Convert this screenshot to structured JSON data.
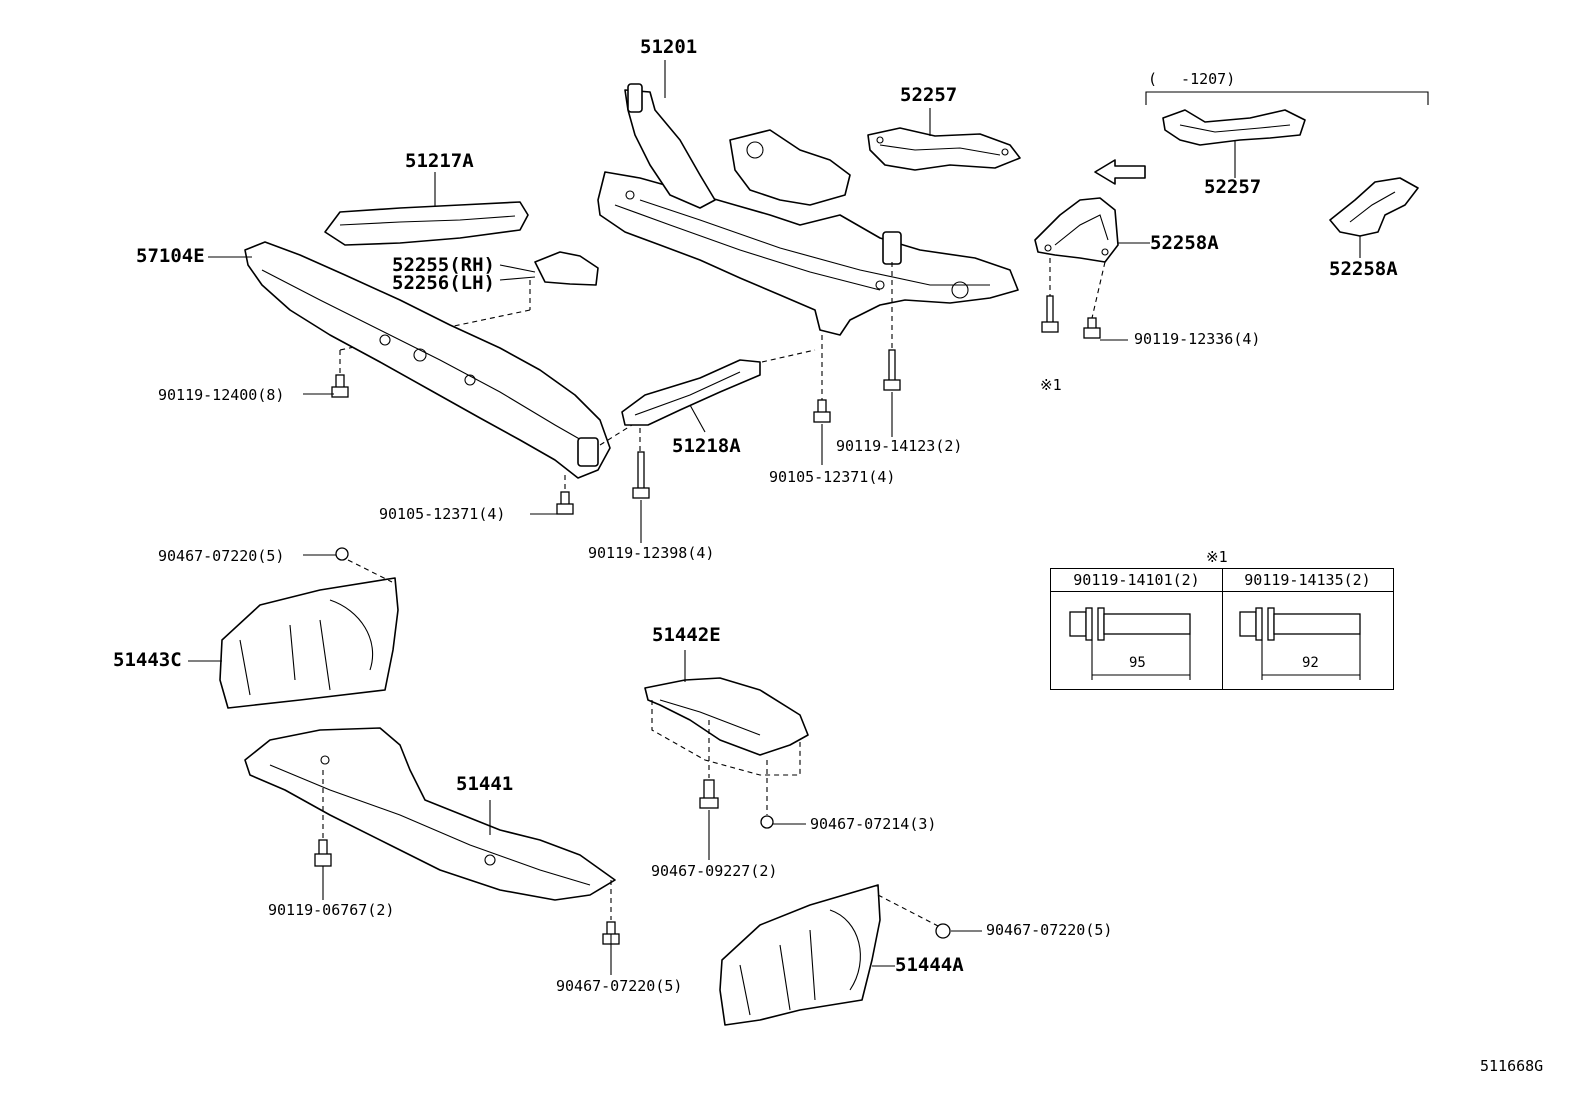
{
  "diagram_id": "511668G",
  "callouts": {
    "c51201": "51201",
    "c52257a": "52257",
    "c52257b": "52257",
    "c51217A": "51217A",
    "c57104E": "57104E",
    "c52255": "52255(RH)",
    "c52256": "52256(LH)",
    "c52258A_a": "52258A",
    "c52258A_b": "52258A",
    "c51218A": "51218A",
    "c51442E": "51442E",
    "c51443C": "51443C",
    "c51441": "51441",
    "c51444A": "51444A"
  },
  "fasteners": {
    "f1": "90119-12400(8)",
    "f2": "90105-12371(4)",
    "f3": "90119-12398(4)",
    "f4": "90119-14123(2)",
    "f5": "90105-12371(4)",
    "f6": "90119-12336(4)",
    "f7": "90467-07220(5)",
    "f8": "90467-07214(3)",
    "f9": "90467-09227(2)",
    "f10": "90119-06767(2)",
    "f11": "90467-07220(5)",
    "f12": "90467-07220(5)"
  },
  "range_note": "(　 -1207)",
  "note_mark": "※1",
  "reference_table": {
    "title": "※1",
    "columns": [
      {
        "part": "90119-14101(2)",
        "length": "95"
      },
      {
        "part": "90119-14135(2)",
        "length": "92"
      }
    ]
  }
}
